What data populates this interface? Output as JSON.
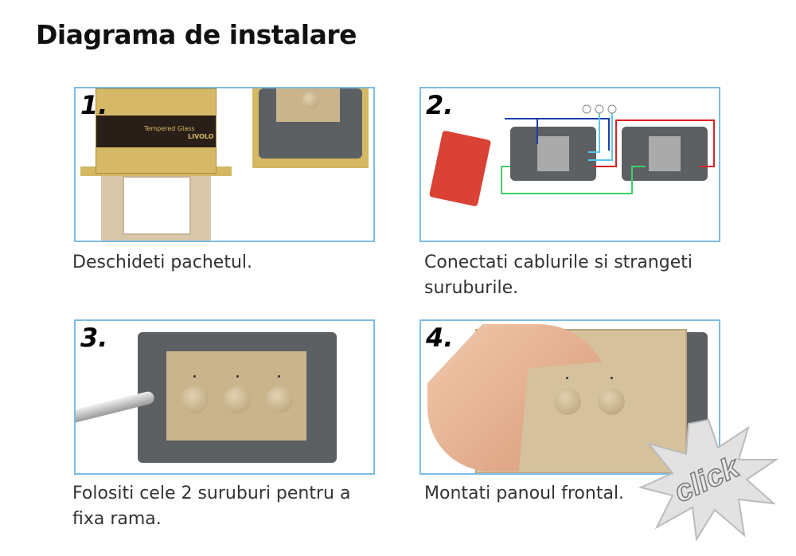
{
  "title": "Diagrama de instalare",
  "steps": [
    {
      "number": "1.",
      "caption": "Deschideti pachetul."
    },
    {
      "number": "2.",
      "caption": "Conectati cablurile si strangeti suruburile."
    },
    {
      "number": "3.",
      "caption": "Folositi cele 2 suruburi pentru a fixa rama."
    },
    {
      "number": "4.",
      "caption": "Montati panoul frontal."
    }
  ],
  "badge": "click",
  "package_logo": {
    "brand": "LIVOLO",
    "product": "Tempered Glass"
  },
  "colors": {
    "border": "#7cbde6",
    "gold": "#c9b48c",
    "plate": "#5d6063"
  }
}
